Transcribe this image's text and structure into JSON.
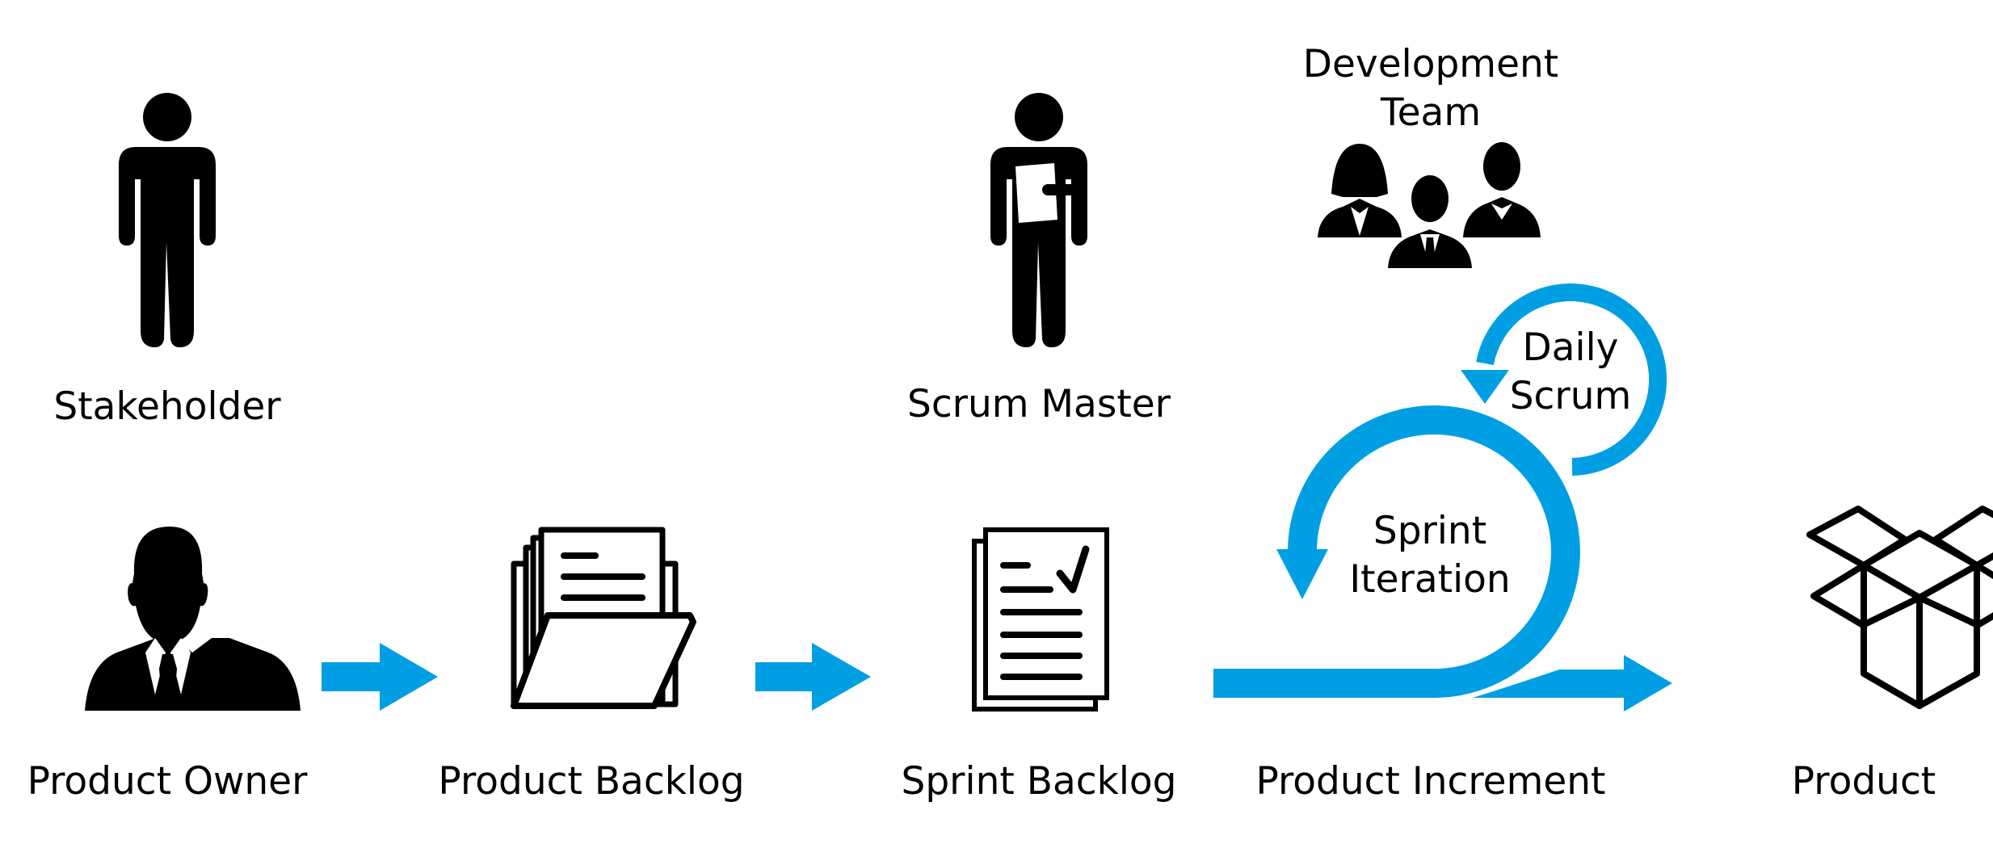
{
  "colors": {
    "accent": "#009fe3",
    "ink": "#000000",
    "background": "#ffffff"
  },
  "nodes": {
    "stakeholder": {
      "label": "Stakeholder",
      "icon": "person-icon"
    },
    "scrum_master": {
      "label": "Scrum Master",
      "icon": "person-with-clipboard-icon"
    },
    "development_team": {
      "label_lines": [
        "Development",
        "Team"
      ],
      "icon": "team-icon"
    },
    "product_owner": {
      "label": "Product Owner",
      "icon": "businessman-icon"
    },
    "product_backlog": {
      "label": "Product Backlog",
      "icon": "folder-documents-icon"
    },
    "sprint_backlog": {
      "label": "Sprint Backlog",
      "icon": "checked-documents-icon"
    },
    "product_increment": {
      "label": "Product Increment",
      "icon": "sprint-loop-arrow-icon"
    },
    "product": {
      "label": "Product",
      "icon": "open-box-icon"
    }
  },
  "cycles": {
    "sprint": {
      "label_lines": [
        "Sprint",
        "Iteration"
      ]
    },
    "daily": {
      "label_lines": [
        "Daily",
        "Scrum"
      ]
    }
  },
  "flow": [
    [
      "product_owner",
      "product_backlog"
    ],
    [
      "product_backlog",
      "sprint_backlog"
    ],
    [
      "sprint_backlog",
      "product_increment"
    ],
    [
      "product_increment",
      "product"
    ]
  ]
}
